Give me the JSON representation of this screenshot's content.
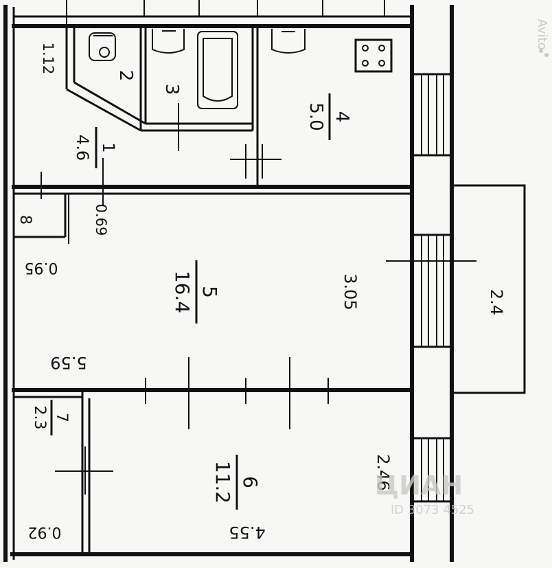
{
  "rooms": [
    {
      "num": "1",
      "area": "4.6"
    },
    {
      "num": "2"
    },
    {
      "num": "3"
    },
    {
      "num": "4",
      "area": "5.0"
    },
    {
      "num": "5",
      "area": "16.4"
    },
    {
      "num": "6",
      "area": "11.2"
    },
    {
      "num": "7",
      "area": "2.3"
    },
    {
      "num": "8"
    }
  ],
  "dimensions": {
    "d_1_12": "1.12",
    "d_0_69": "0.69",
    "d_0_95": "0.95",
    "d_5_59": "5.59",
    "d_3_05": "3.05",
    "d_2_4": "2.4",
    "d_2_46": "2.46",
    "d_4_55": "4.55",
    "d_0_92": "0.92"
  },
  "watermarks": {
    "avito": "Avito",
    "cian": "ЦИАН",
    "cian_id": "ID 3073 4525"
  },
  "colors": {
    "ink": "#111111",
    "paper": "#f7f7f5",
    "watermark": "#c9c9c9"
  }
}
